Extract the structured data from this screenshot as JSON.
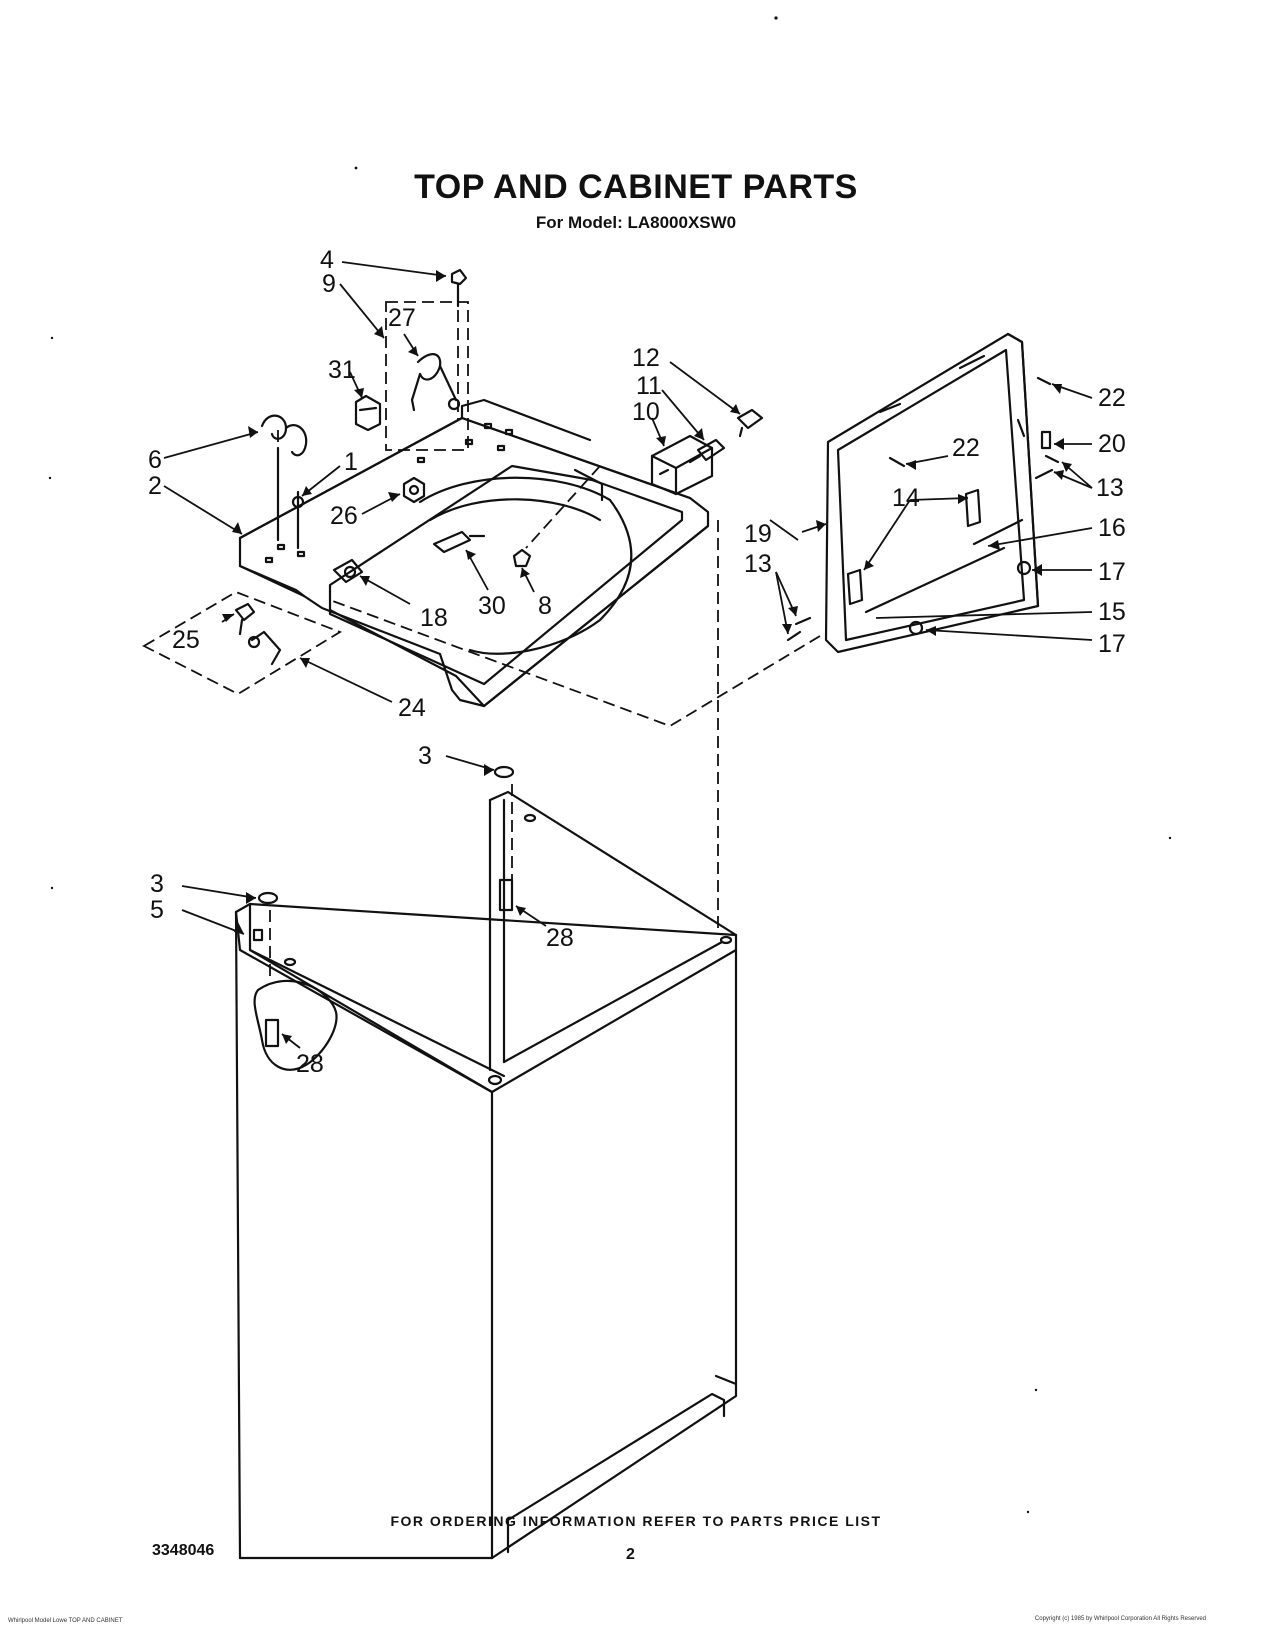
{
  "title": "TOP AND CABINET PARTS",
  "model_line": "For Model: LA8000XSW0",
  "callouts": {
    "c1": "1",
    "c2": "2",
    "c3a": "3",
    "c3b": "3",
    "c4": "4",
    "c5": "5",
    "c6": "6",
    "c8": "8",
    "c9": "9",
    "c10": "10",
    "c11": "11",
    "c12": "12",
    "c13a": "13",
    "c13b": "13",
    "c14": "14",
    "c15": "15",
    "c16": "16",
    "c17a": "17",
    "c17b": "17",
    "c18": "18",
    "c19": "19",
    "c20": "20",
    "c22a": "22",
    "c22b": "22",
    "c24": "24",
    "c25": "25",
    "c26": "26",
    "c27": "27",
    "c28a": "28",
    "c28b": "28",
    "c30": "30",
    "c31": "31"
  },
  "footer": {
    "ordering_note": "FOR ORDERING INFORMATION REFER TO PARTS PRICE LIST",
    "document_number": "3348046",
    "page_number": "2",
    "fine_print_left": "Whirlpool Model Lowe TOP AND CABINET",
    "fine_print_right": "Copyright (c) 1985 by Whirlpool Corporation All Rights Reserved"
  }
}
